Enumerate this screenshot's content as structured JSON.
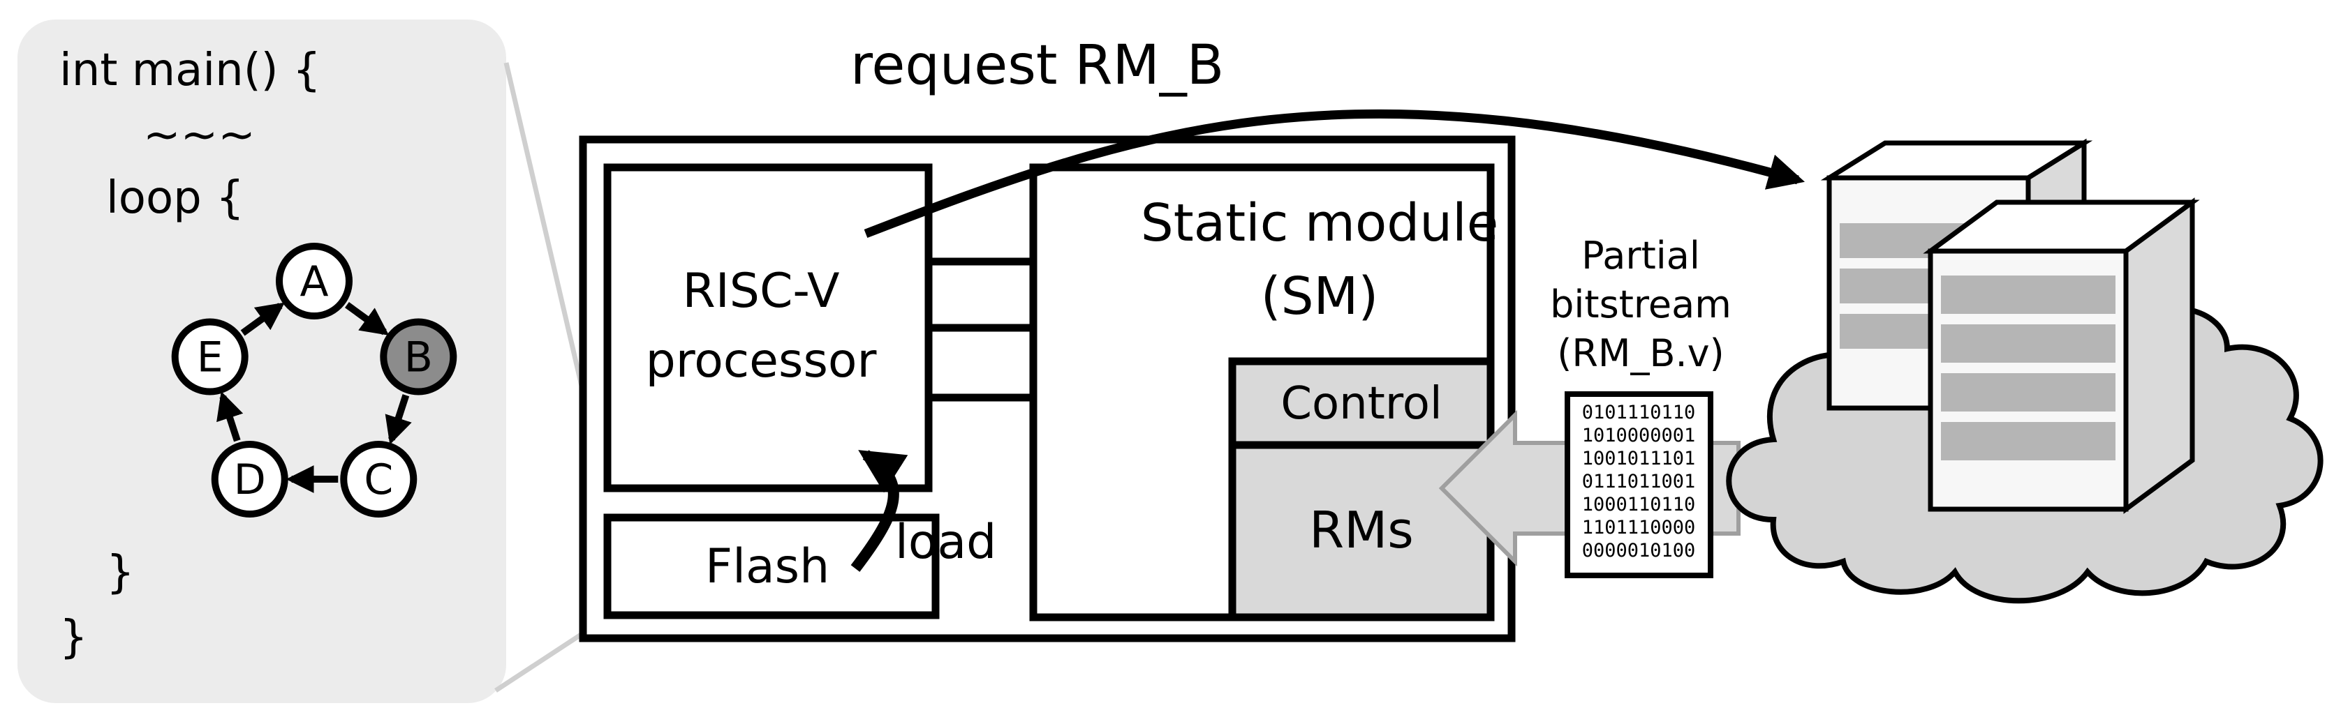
{
  "code": {
    "line1": "int main() {",
    "line2": "~~~",
    "line3": "loop {",
    "line4": "}",
    "line5": "}"
  },
  "graph": {
    "nodes": [
      {
        "id": "A",
        "label": "A",
        "highlighted": false
      },
      {
        "id": "B",
        "label": "B",
        "highlighted": true
      },
      {
        "id": "C",
        "label": "C",
        "highlighted": false
      },
      {
        "id": "D",
        "label": "D",
        "highlighted": false
      },
      {
        "id": "E",
        "label": "E",
        "highlighted": false
      }
    ],
    "edges": [
      [
        "A",
        "B"
      ],
      [
        "B",
        "C"
      ],
      [
        "C",
        "D"
      ],
      [
        "D",
        "E"
      ],
      [
        "E",
        "A"
      ]
    ],
    "highlight_color": "#8c8c8c"
  },
  "labels": {
    "request": "request RM_B",
    "riscv_line1": "RISC-V",
    "riscv_line2": "processor",
    "static_line1": "Static module",
    "static_line2": "(SM)",
    "control": "Control",
    "rms": "RMs",
    "flash": "Flash",
    "load": "load",
    "bitstream_line1": "Partial",
    "bitstream_line2": "bitstream",
    "bitstream_line3": "(RM_B.v)"
  },
  "bitstream_bits": [
    "0101110110",
    "1010000001",
    "1001011101",
    "0111011001",
    "1000110110",
    "1101110000",
    "0000010100"
  ],
  "colors": {
    "panel": "#ececec",
    "gray_fill": "#d9d9d9",
    "cloud": "#d4d4d4",
    "server_front": "#f7f7f7",
    "server_slot": "#b5b5b5"
  }
}
